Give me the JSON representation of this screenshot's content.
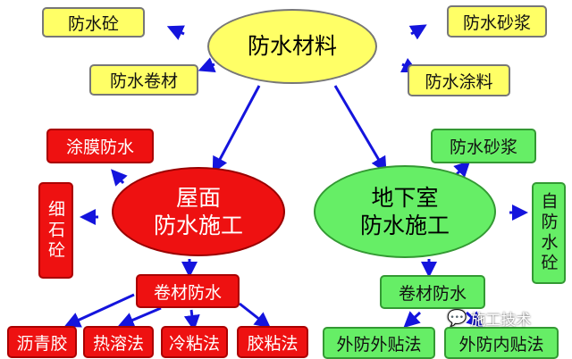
{
  "center": {
    "label": "防水材料"
  },
  "materials": [
    "防水砼",
    "防水卷材",
    "防水砂浆",
    "防水涂料"
  ],
  "roof": {
    "label1": "屋面",
    "label2": "防水施工",
    "coating": "涂膜防水",
    "fine_stone": "细石砼",
    "membrane": "卷材防水",
    "methods": [
      "沥青胶",
      "热溶法",
      "冷粘法",
      "胶粘法"
    ]
  },
  "basement": {
    "label1": "地下室",
    "label2": "防水施工",
    "mortar": "防水砂浆",
    "self_concrete": "自防水砼",
    "membrane": "卷材防水",
    "methods": [
      "外防外贴法",
      "外防内贴法"
    ]
  },
  "watermark": "施工技术",
  "colors": {
    "yellow": "#ffff66",
    "red": "#ee1111",
    "green": "#66ee66",
    "arrow": "#1414dd"
  }
}
